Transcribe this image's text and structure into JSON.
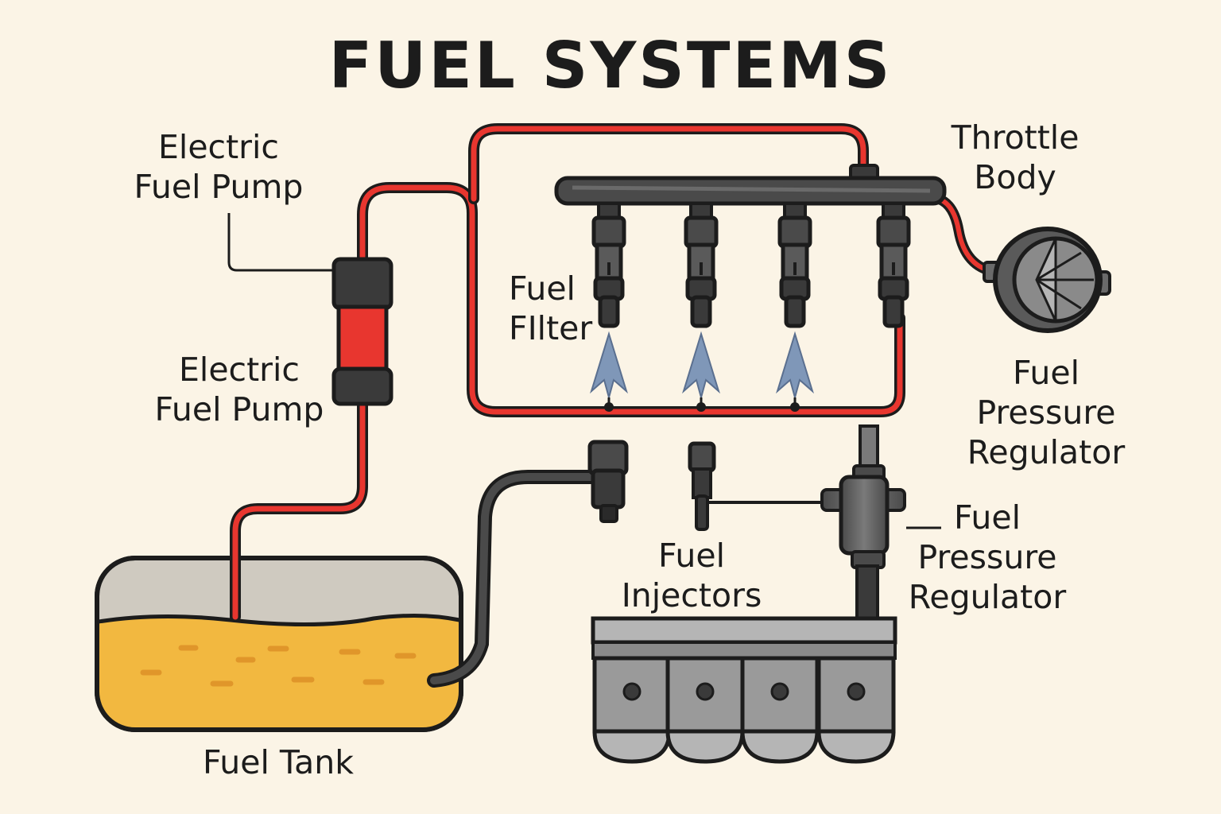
{
  "title": "FUEL SYSTEMS",
  "labels": {
    "electric_fuel_pump_top": "Electric\nFuel Pump",
    "electric_fuel_pump_mid": "Electric\nFuel Pump",
    "fuel_filter": "Fuel\nFIlter",
    "throttle_body": "Throttle\nBody",
    "fuel_pressure_regulator_right": "Fuel\nPressure\nRegulator",
    "fuel_pressure_regulator_lower": "Fuel\nPressure\nRegulator",
    "fuel_injectors": "Fuel\nInjectors",
    "fuel_tank": "Fuel Tank"
  },
  "colors": {
    "fuel_line": "#e8362f",
    "return_line": "#3a3a3a",
    "fuel": "#f2b840",
    "background": "#fbf4e6",
    "spray": "#7f97b8"
  }
}
